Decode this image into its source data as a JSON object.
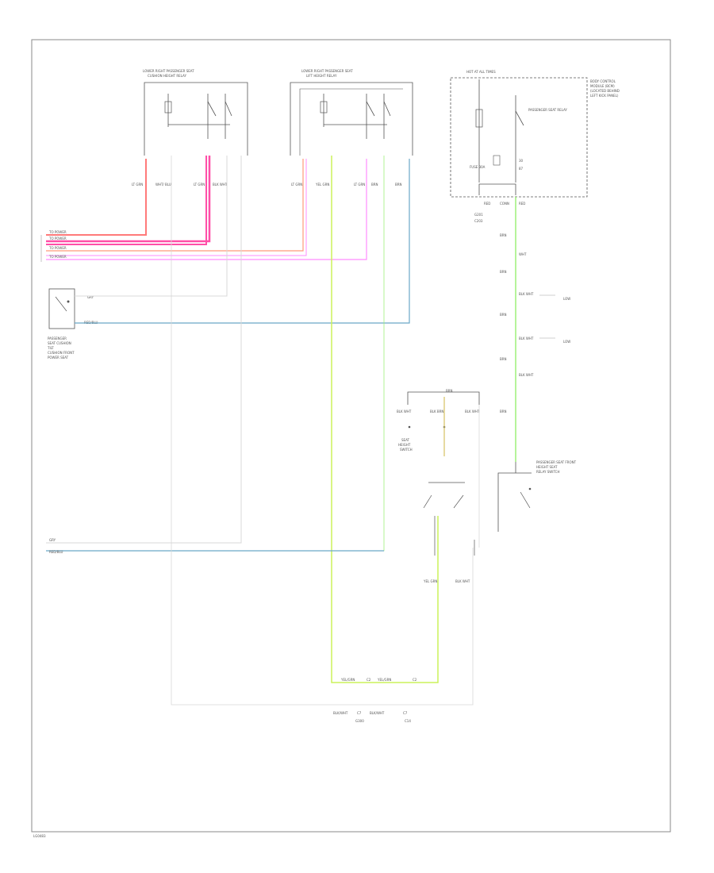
{
  "colors": {
    "border": "#888888",
    "wire_black": "#555555",
    "wire_red": "#ff7a7a",
    "wire_pink": "#ff4fa8",
    "wire_magenta": "#ff8cff",
    "wire_salmon": "#ff9a7a",
    "wire_blue": "#6aa8c8",
    "wire_yellowgreen": "#ccf25a",
    "wire_green": "#9df07a",
    "wire_white": "#d8d8d8",
    "wire_tan": "#d4c060"
  },
  "labels": {
    "left_seat_title": "LOWER RIGHT PASSENGER SEAT",
    "left_seat_subtitle": "CUSHION HEIGHT RELAY",
    "mid_seat_title": "LOWER RIGHT PASSENGER SEAT",
    "mid_seat_subtitle": "LIFT HEIGHT RELAY",
    "fuse_box_title": "HOT AT ALL TIMES",
    "fuse_name": "FUSE 30A",
    "relay_name": "PASSENGER SEAT RELAY",
    "smart_jb_title": "BODY CONTROL",
    "smart_jb_line2": "MODULE (BCM)",
    "smart_jb_line3": "(LOCATED BEHIND",
    "smart_jb_line4": "LEFT KICK PANEL)",
    "left_seat_wire1": "LT GRN",
    "left_seat_wire2": "WHT/ BLU",
    "left_seat_wire3": "LT GRN",
    "left_seat_wire4": "BLK WHT",
    "mid_seat_wire1": "LT GRN",
    "mid_seat_wire2": "YEL GRN",
    "mid_seat_wire3": "LT GRN",
    "mid_seat_wire4": "BRN",
    "mid_seat_wire5": "BRN",
    "bus_a": "TO POWER",
    "bus_b": "TO POWER",
    "bus_c": "TO POWER",
    "bus_d": "TO POWER",
    "switch_box_name_1": "PASSENGER",
    "switch_box_name_2": "SEAT CUSHION",
    "switch_box_name_3": "TILT",
    "switch_box_name_4": "CUSHION FRONT",
    "switch_box_name_5": "POWER SEAT",
    "sw_wire_top": "GRY",
    "sw_wire_bottom": "RED/BLU",
    "ground_label_1": "GRY",
    "ground_label_2": "RED/BLU",
    "fuse_wire_a": "RED",
    "fuse_wire_b": "CONN",
    "fuse_wire_c": "RED",
    "relay_terminal": "30",
    "relay_terminal_b": "87",
    "chassis_1": "G201",
    "chassis_2": "C203",
    "chain_1": "BRN",
    "chain_2": "WHT",
    "chain_3": "BRN",
    "chain_3b": "BLK WHT",
    "chain_3c": "LOW",
    "chain_4": "BRN",
    "chain_4b": "BLK WHT",
    "chain_4c": "LOW",
    "chain_5": "BRN",
    "chain_5b": "BLK WHT",
    "chain_6": "BRN",
    "mid_switch_top": "BRN",
    "mid_switch_w1": "BLK WHT",
    "mid_switch_w2": "BLK BRN",
    "mid_switch_w3": "BLK WHT",
    "mid_switch_caption_1": "SEAT",
    "mid_switch_caption_2": "HEIGHT",
    "mid_switch_caption_3": "SWITCH",
    "passenger_switch_1": "PASSENGER SEAT FRONT",
    "passenger_switch_2": "HEIGHT SEAT",
    "passenger_switch_3": "RELAY SWITCH",
    "pwr_sw_w1": "YEL GRN",
    "pwr_sw_w2": "BLK WHT",
    "bottom_bus_1": "YEL/GRN",
    "bottom_bus_2": "C2",
    "bottom_bus_3": "YEL/GRN",
    "bottom_bus_4": "C2",
    "bottom_gnd_1": "BLK/WHT",
    "bottom_gnd_2": "C7",
    "bottom_gnd_3": "BLK/WHT",
    "bottom_gnd_4": "C7",
    "bottom_gnd_5": "G300",
    "bottom_gnd_6": "C14",
    "left_lower_1": "GRY",
    "left_lower_2": "RED/BLU",
    "footer": "LG0483"
  }
}
